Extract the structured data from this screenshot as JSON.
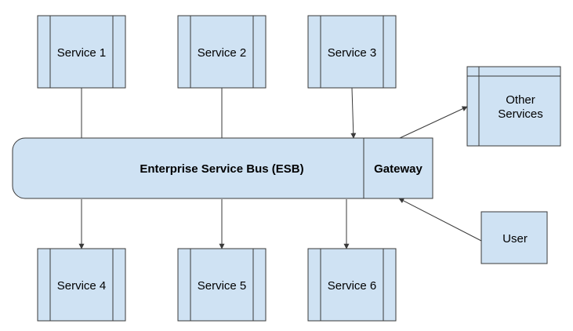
{
  "diagram": {
    "services_top": [
      "Service 1",
      "Service 2",
      "Service 3"
    ],
    "services_bottom": [
      "Service 4",
      "Service 5",
      "Service 6"
    ],
    "bus_label": "Enterprise Service Bus (ESB)",
    "gateway_label": "Gateway",
    "other_services_label": [
      "Other",
      "Services"
    ],
    "user_label": "User",
    "colors": {
      "fill": "#cfe2f3",
      "stroke": "#3a3a3a"
    }
  }
}
